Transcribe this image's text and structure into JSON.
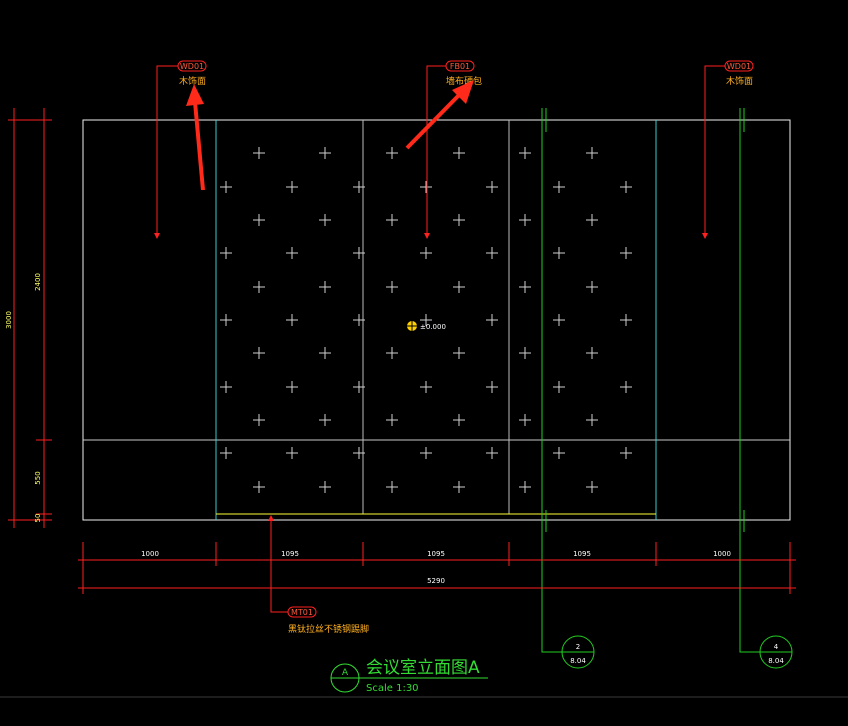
{
  "drawing": {
    "title": "会议室立面图A",
    "scale": "Scale 1:30",
    "view_id": "A",
    "elevation_mark": "±0.000"
  },
  "callouts": [
    {
      "code": "WD01",
      "text": "木饰面"
    },
    {
      "code": "FB01",
      "text": "墙布硬包"
    },
    {
      "code": "WD01",
      "text": "木饰面"
    },
    {
      "code": "MT01",
      "text": "黑钛拉丝不锈钢踢脚"
    }
  ],
  "dimensions_horizontal": [
    "1000",
    "1095",
    "1095",
    "1095",
    "1000"
  ],
  "dimension_total": "5290",
  "dimensions_vertical": {
    "total": "3000",
    "segments": [
      "2400",
      "550",
      "50"
    ]
  },
  "grid_refs": [
    {
      "num": "2",
      "sheet": "8.04"
    },
    {
      "num": "4",
      "sheet": "8.04"
    }
  ],
  "colors": {
    "background": "#000000",
    "wall_outline": "#ffffff",
    "panel_edge": "#33cccc",
    "dimension": "#ff2020",
    "grid_line": "#22cc22",
    "arrow": "#ff2a1a",
    "base_trim": "#ffff33"
  }
}
